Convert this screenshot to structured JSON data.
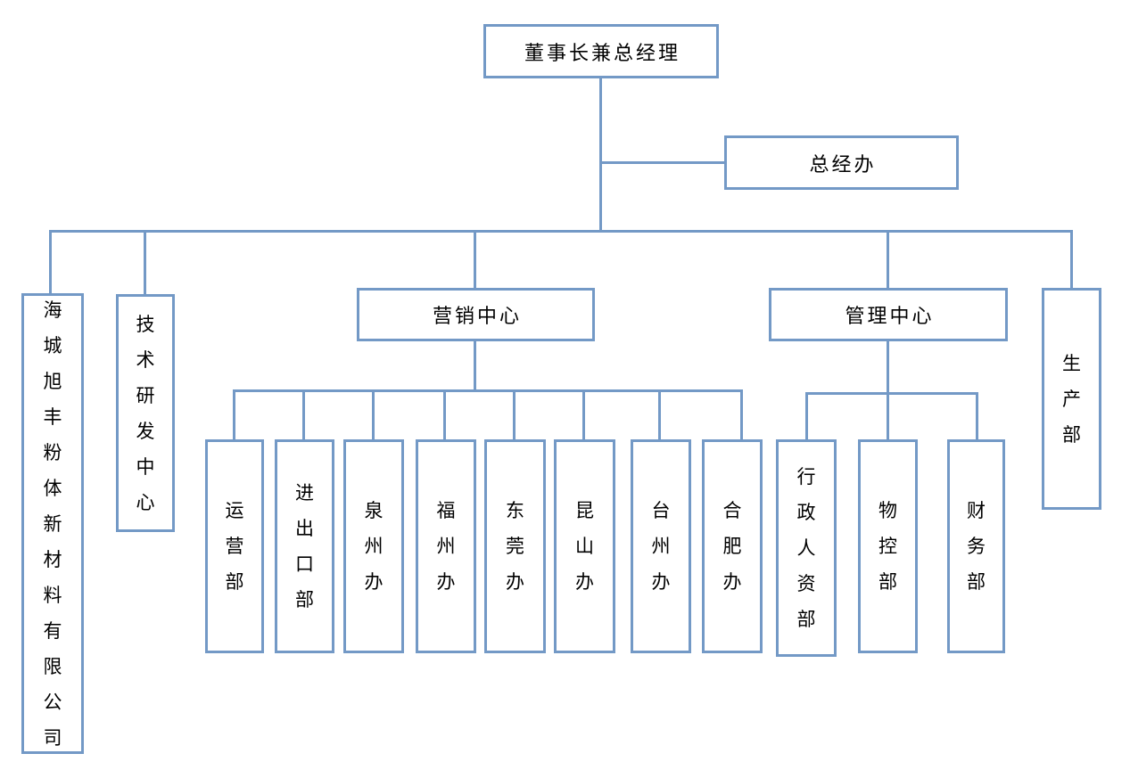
{
  "diagram": {
    "type": "org-chart",
    "accent_color": "#7399C6",
    "text_color": "#000000",
    "root": {
      "label": "董事长兼总经理"
    },
    "staff_office": {
      "label": "总经办"
    },
    "departments": [
      {
        "label": "海城旭丰粉体新材料有限公司"
      },
      {
        "label": "技术研发中心"
      },
      {
        "label": "营销中心",
        "children": [
          {
            "label": "运营部"
          },
          {
            "label": "进出口部"
          },
          {
            "label": "泉州办"
          },
          {
            "label": "福州办"
          },
          {
            "label": "东莞办"
          },
          {
            "label": "昆山办"
          },
          {
            "label": "台州办"
          },
          {
            "label": "合肥办"
          }
        ]
      },
      {
        "label": "管理中心",
        "children": [
          {
            "label": "行政人资部"
          },
          {
            "label": "物控部"
          },
          {
            "label": "财务部"
          }
        ]
      },
      {
        "label": "生产部"
      }
    ]
  }
}
